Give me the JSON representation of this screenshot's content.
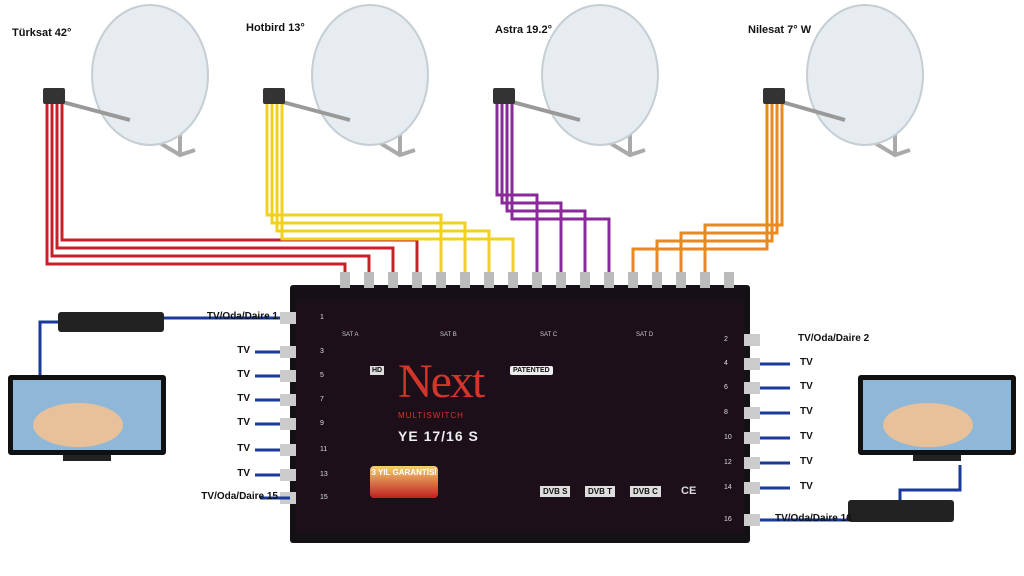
{
  "satellites": [
    {
      "name": "Türksat 42°",
      "color": "#c8202a"
    },
    {
      "name": "Hotbird 13°",
      "color": "#f0d020"
    },
    {
      "name": "Astra 19.2°",
      "color": "#8a2a9a"
    },
    {
      "name": "Nilesat 7° W",
      "color": "#e88a20"
    }
  ],
  "device": {
    "brand": "Next",
    "subtitle": "MULTISWITCH",
    "model": "YE 17/16 S",
    "patented": "PATENTED",
    "hd": "HD",
    "warranty": "3 YIL GARANTİSİ",
    "sat_groups": [
      "SAT A",
      "SAT B",
      "SAT C",
      "SAT D"
    ],
    "logos": [
      "DVB S",
      "DVB T",
      "DVB C",
      "CE"
    ],
    "left_ports": [
      "1",
      "3",
      "5",
      "7",
      "9",
      "11",
      "13",
      "15"
    ],
    "right_ports": [
      "2",
      "4",
      "6",
      "8",
      "10",
      "12",
      "14",
      "16"
    ]
  },
  "left_outputs": [
    "TV/Oda/Daire 1",
    "TV",
    "TV",
    "TV",
    "TV",
    "TV",
    "TV",
    "TV/Oda/Daire 15"
  ],
  "right_outputs": [
    "TV/Oda/Daire 2",
    "TV",
    "TV",
    "TV",
    "TV",
    "TV",
    "TV",
    "TV/Oda/Daire 16"
  ]
}
